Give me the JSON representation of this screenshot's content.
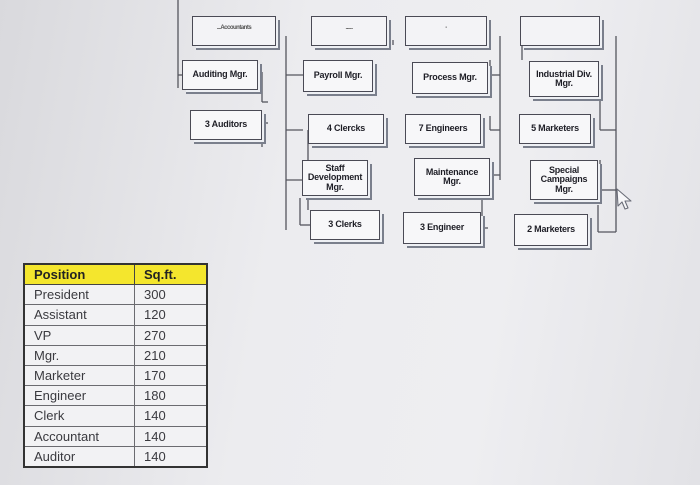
{
  "org_chart": {
    "top_row": [
      {
        "id": "top-1",
        "label": "...Accountants"
      },
      {
        "id": "top-2",
        "label": "......"
      },
      {
        "id": "top-3",
        "label": "-"
      },
      {
        "id": "top-4",
        "label": ""
      }
    ],
    "managers": [
      {
        "id": "auditing",
        "label": "Auditing Mgr."
      },
      {
        "id": "payroll",
        "label": "Payroll Mgr."
      },
      {
        "id": "process",
        "label": "Process Mgr."
      },
      {
        "id": "industrial",
        "label": "Industrial Div.\nMgr."
      }
    ],
    "staff_row_1": [
      {
        "id": "auditors",
        "label": "3 Auditors"
      },
      {
        "id": "clercks",
        "label": "4 Clercks"
      },
      {
        "id": "engineers7",
        "label": "7 Engineers"
      },
      {
        "id": "marketers5",
        "label": "5 Marketers"
      }
    ],
    "sub_managers": [
      {
        "id": "staff-dev",
        "label": "Staff\nDevelopment\nMgr."
      },
      {
        "id": "maintenance",
        "label": "Maintenance\nMgr."
      },
      {
        "id": "special",
        "label": "Special\nCampaigns\nMgr."
      }
    ],
    "staff_row_2": [
      {
        "id": "clerks3",
        "label": "3 Clerks"
      },
      {
        "id": "engineer3",
        "label": "3 Engineer"
      },
      {
        "id": "marketers2",
        "label": "2 Marketers"
      }
    ]
  },
  "table": {
    "headers": [
      "Position",
      "Sq.ft."
    ],
    "rows": [
      [
        "President",
        "300"
      ],
      [
        "Assistant",
        "120"
      ],
      [
        "VP",
        "270"
      ],
      [
        "Mgr.",
        "210"
      ],
      [
        "Marketer",
        "170"
      ],
      [
        "Engineer",
        "180"
      ],
      [
        "Clerk",
        "140"
      ],
      [
        "Accountant",
        "140"
      ],
      [
        "Auditor",
        "140"
      ]
    ],
    "header_color": "#f4e62d"
  },
  "cursor": {
    "icon": "mouse-pointer-icon"
  }
}
